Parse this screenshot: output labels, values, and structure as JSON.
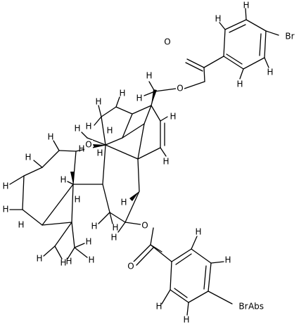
{
  "molecule": {
    "atoms": {
      "H": "H",
      "O": "O",
      "Br": "Br",
      "Abs": "Abs"
    },
    "colors": {
      "bond": "#000000",
      "label": "#000000",
      "background": "#ffffff"
    }
  }
}
